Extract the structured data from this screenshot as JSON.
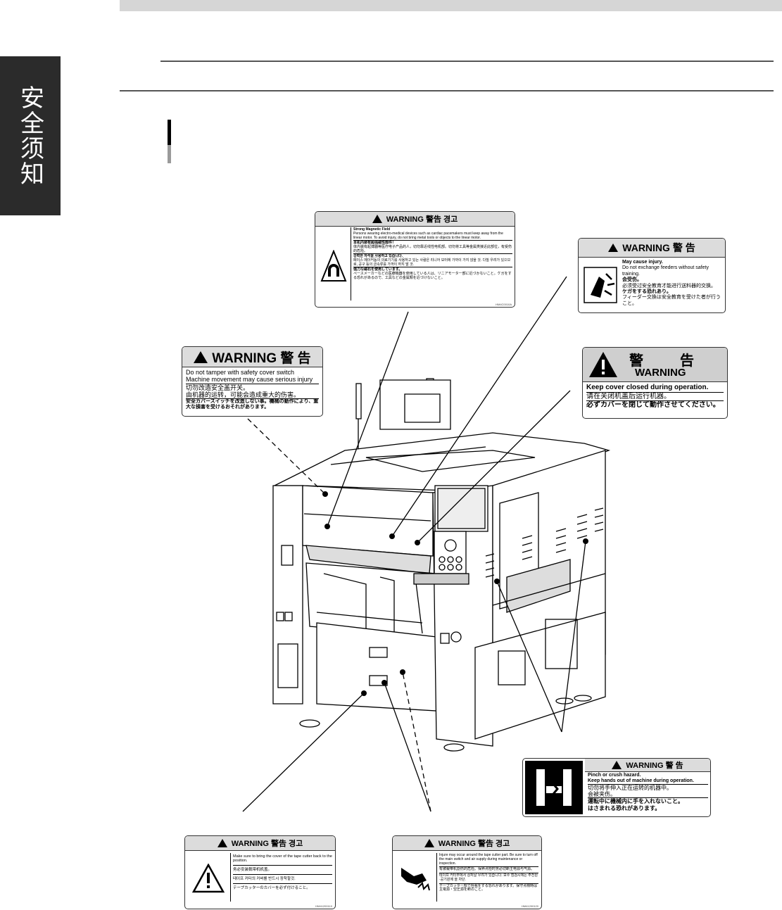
{
  "sidebar": {
    "tab_label": "安全须知"
  },
  "labels": {
    "magnetic": {
      "header": "WARNING  警告  경고",
      "title": "Strong Magnetic Field",
      "en_text": "Persons wearing electro-medical devices such as cardiac pacemakers must keep away from the linear motor. To avoid injury, do not bring metal tools or objects to the linear motor.",
      "zh_title": "本机内装有超强磁性部件！",
      "zh_text": "体内装有起搏器等医疗电子产品的人，切勿靠近线性电机部。切勿将工具等金属类接近此部位，有受伤的危险。",
      "ko_title": "강력한 자석을 사용하고 있습니다.",
      "ko_text": "페이스 메이커등의 의료기기를 사용하고 있는 사람은 리니어 모터에 가까이 가지 않을 것. 다칠 우려가 있으므로, 공구 등의 금속류를 가까이 하지 말 것.",
      "ja_title": "強力な磁石を使用しています。",
      "ja_text": "ペースメーカーなどの医療機器を使用している人は、リニアモーター部に近づかないこと。ケガをする恐れがあるので、工具などの金属類を近づけないこと。",
      "ref": "HM4C0010A"
    },
    "feeder": {
      "header": "WARNING 警 告",
      "en1": "May cause injury.",
      "en2": "Do not exchange feeders without safety training.",
      "zh1": "会受伤。",
      "zh2": "必须受过安全教育才能进行送料器的交换。",
      "ja1": "ケガをする恐れあり。",
      "ja2": "フィーダー交換は安全教育を受けた者が行うこと。"
    },
    "cover_switch": {
      "header": "WARNING   警 告",
      "en1": "Do not tamper with safety cover switch",
      "en2": "Machine movement may cause serious injury",
      "zh1": "切勿改造安全盖开关。",
      "zh2": "由机器的运转，可能会造成重大的伤害。",
      "ja": "安全カバースイッチを改造しない事。機械の動作により、重大な損害を受けるおそれがあります。"
    },
    "cover_closed": {
      "header_jp": "警　　告",
      "header_en": "WARNING",
      "en": "Keep cover closed during operation.",
      "zh": "请在关闭机盖后运行机器。",
      "ja": "必ずカバーを閉じて動作させてください。"
    },
    "pinch": {
      "header": "WARNING   警 告",
      "en1": "Pinch or crush hazard.",
      "en2": "Keep hands out of machine during operation.",
      "zh1": "切勿将手伸入正在运转的机器中。",
      "zh2": "会被夹伤。",
      "ja1": "運転中に機械内に手を入れないこと。",
      "ja2": "はさまれる恐れがあります。"
    },
    "tape_cover": {
      "header": "WARNING  警告  경고",
      "en": "Make sure to bring the cover of the tape cutter back to the position.",
      "zh": "务必安装裁带机机盖。",
      "ko": "테이프 커터의 커버를 반드시 장착할것.",
      "ja": "テープカッターのカバーを必ず付けること。",
      "ref": "HM41200110"
    },
    "tape_cutter": {
      "header": "WARNING  警告  경고",
      "en": "Injure may occur around the tape cutter part. Be sure to turn off the main switch and air supply during maintenance or inspection.",
      "zh": "有被裁带机割伤的危险。保养点检时务必切断主电源与气源。",
      "ko": "테이프 커터부에서 상처날 우려가 있습니다. 보수 점검시에는 주전원·공기원에 을 차단.",
      "ja": "テープカッター部で怪我をする恐れがあります。保守点検時は主電源・空圧源を断のこと。",
      "ref": "HM41200120"
    }
  }
}
